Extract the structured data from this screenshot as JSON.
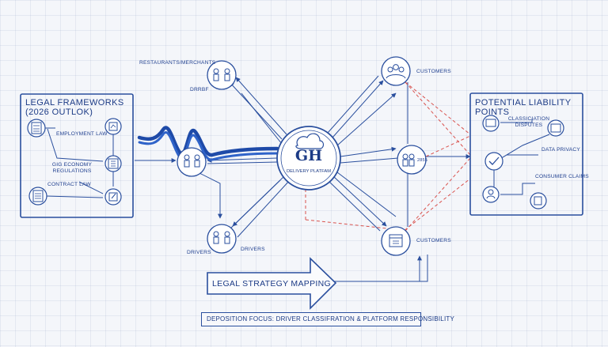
{
  "left_panel": {
    "title": "LEGAL FRAMEWORKS (2026 OUTLOK)",
    "items": [
      {
        "label": "EMPLOYMENT LAW",
        "icon": "calculator-icon"
      },
      {
        "label": "GIG ECONOMY REGULATIONS",
        "icon": "building-icon"
      },
      {
        "label": "CONTRACT LAW",
        "icon": "document-icon"
      }
    ]
  },
  "hub": {
    "title": "GH",
    "subtitle": "DELIVERY PLATFAM"
  },
  "nodes": {
    "restaurants": {
      "label": "RESTAURANTS/MERCHANTS",
      "sublabel": "DRRBF",
      "icon": "people-icon"
    },
    "customers_top": {
      "label": "CUSTOMERS",
      "icon": "group-icon"
    },
    "middle_right": {
      "label": "2855",
      "icon": "people-icon"
    },
    "customers_bottom": {
      "label": "CUSTOMERS",
      "icon": "calendar-icon"
    },
    "drivers": {
      "label_left": "DRIVERS",
      "label_right": "DRIVERS",
      "icon": "people-icon"
    },
    "left_person": {
      "icon": "person-icon"
    }
  },
  "right_panel": {
    "title": "POTENTIAL LIABILITY POINTS",
    "items": [
      {
        "label": "CLASSICIATION DISPUTES",
        "icon": "chat-icon"
      },
      {
        "label": "DATA PRIVACY",
        "icon": "card-icon"
      },
      {
        "label": "CONSUMER CLAIMS",
        "icon": "person-icon"
      }
    ]
  },
  "strategy": {
    "label": "LEGAL STRATEGY MAPPING"
  },
  "focus": {
    "label": "DEPOSITION FOCUS: DRIVER CLASSIFRATION & PLATFORM RESPONSIBILITY"
  },
  "colors": {
    "line": "#2a4f9e",
    "wave": "#1e4aa8",
    "dashed": "#d9534f"
  }
}
